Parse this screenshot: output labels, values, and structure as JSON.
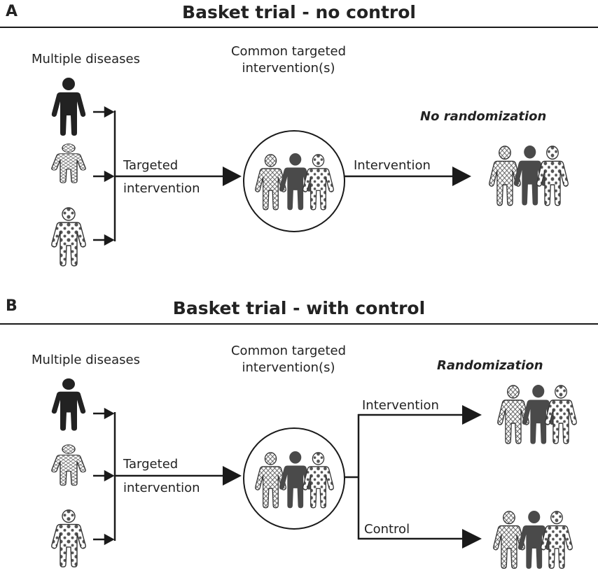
{
  "panel_a": {
    "letter": "A",
    "title": "Basket trial - no control",
    "multiple_diseases": "Multiple diseases",
    "common_line1": "Common targeted",
    "common_line2": "intervention(s)",
    "targeted_line1": "Targeted",
    "targeted_line2": "intervention",
    "intervention": "Intervention",
    "randomization": "No randomization"
  },
  "panel_b": {
    "letter": "B",
    "title": "Basket trial - with control",
    "multiple_diseases": "Multiple diseases",
    "common_line1": "Common targeted",
    "common_line2": "intervention(s)",
    "targeted_line1": "Targeted",
    "targeted_line2": "intervention",
    "intervention": "Intervention",
    "control": "Control",
    "randomization": "Randomization"
  },
  "colors": {
    "line": "#1a1a1a",
    "solid_person": "#222222",
    "group_person": "#4a4a4a",
    "spot": "#555555"
  },
  "icons": [
    "solid-person-icon",
    "crosshatch-person-icon",
    "spotted-person-icon"
  ]
}
